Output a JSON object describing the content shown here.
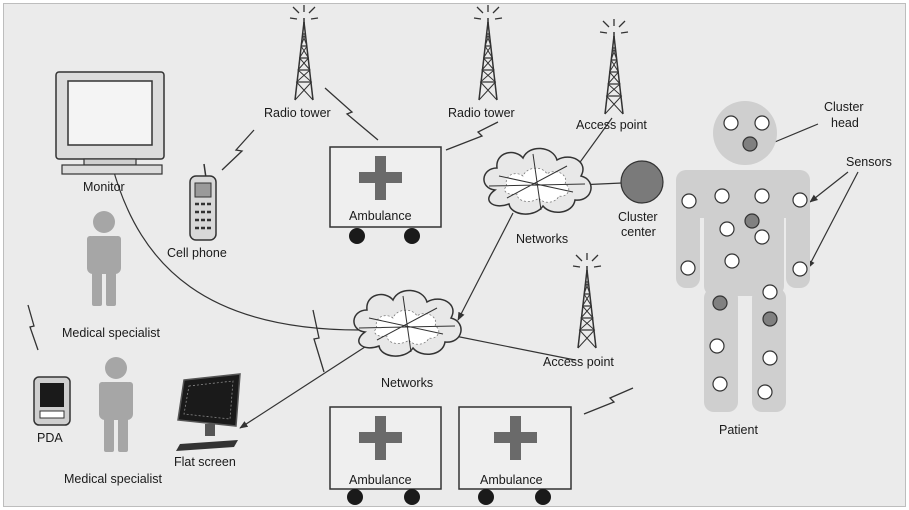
{
  "labels": {
    "monitor": "Monitor",
    "cell_phone": "Cell phone",
    "radio_tower_1": "Radio tower",
    "radio_tower_2": "Radio tower",
    "access_point_top": "Access point",
    "access_point_bottom": "Access point",
    "ambulance_top": "Ambulance",
    "ambulance_bottom_left": "Ambulance",
    "ambulance_bottom_right": "Ambulance",
    "networks_top": "Networks",
    "networks_bottom": "Networks",
    "cluster_center_line1": "Cluster",
    "cluster_center_line2": "center",
    "cluster_head_line1": "Cluster",
    "cluster_head_line2": "head",
    "sensors": "Sensors",
    "patient": "Patient",
    "medical_specialist_top": "Medical specialist",
    "medical_specialist_bottom": "Medical specialist",
    "pda": "PDA",
    "flat_screen": "Flat screen"
  },
  "colors": {
    "background": "#ebebeb",
    "body_gray": "#cfcfcf",
    "person_gray": "#a6a6a6",
    "cross_gray": "#6a6a6a",
    "sensor_dark": "#808080",
    "cluster_center": "#7a7a7a",
    "line": "#333333"
  },
  "icons": [
    "monitor-icon",
    "cell-phone-icon",
    "radio-tower-icon",
    "access-point-icon",
    "ambulance-icon",
    "cloud-network-icon",
    "person-icon",
    "pda-icon",
    "flat-screen-icon",
    "lightning-bolt-icon",
    "sensor-dot-icon"
  ]
}
